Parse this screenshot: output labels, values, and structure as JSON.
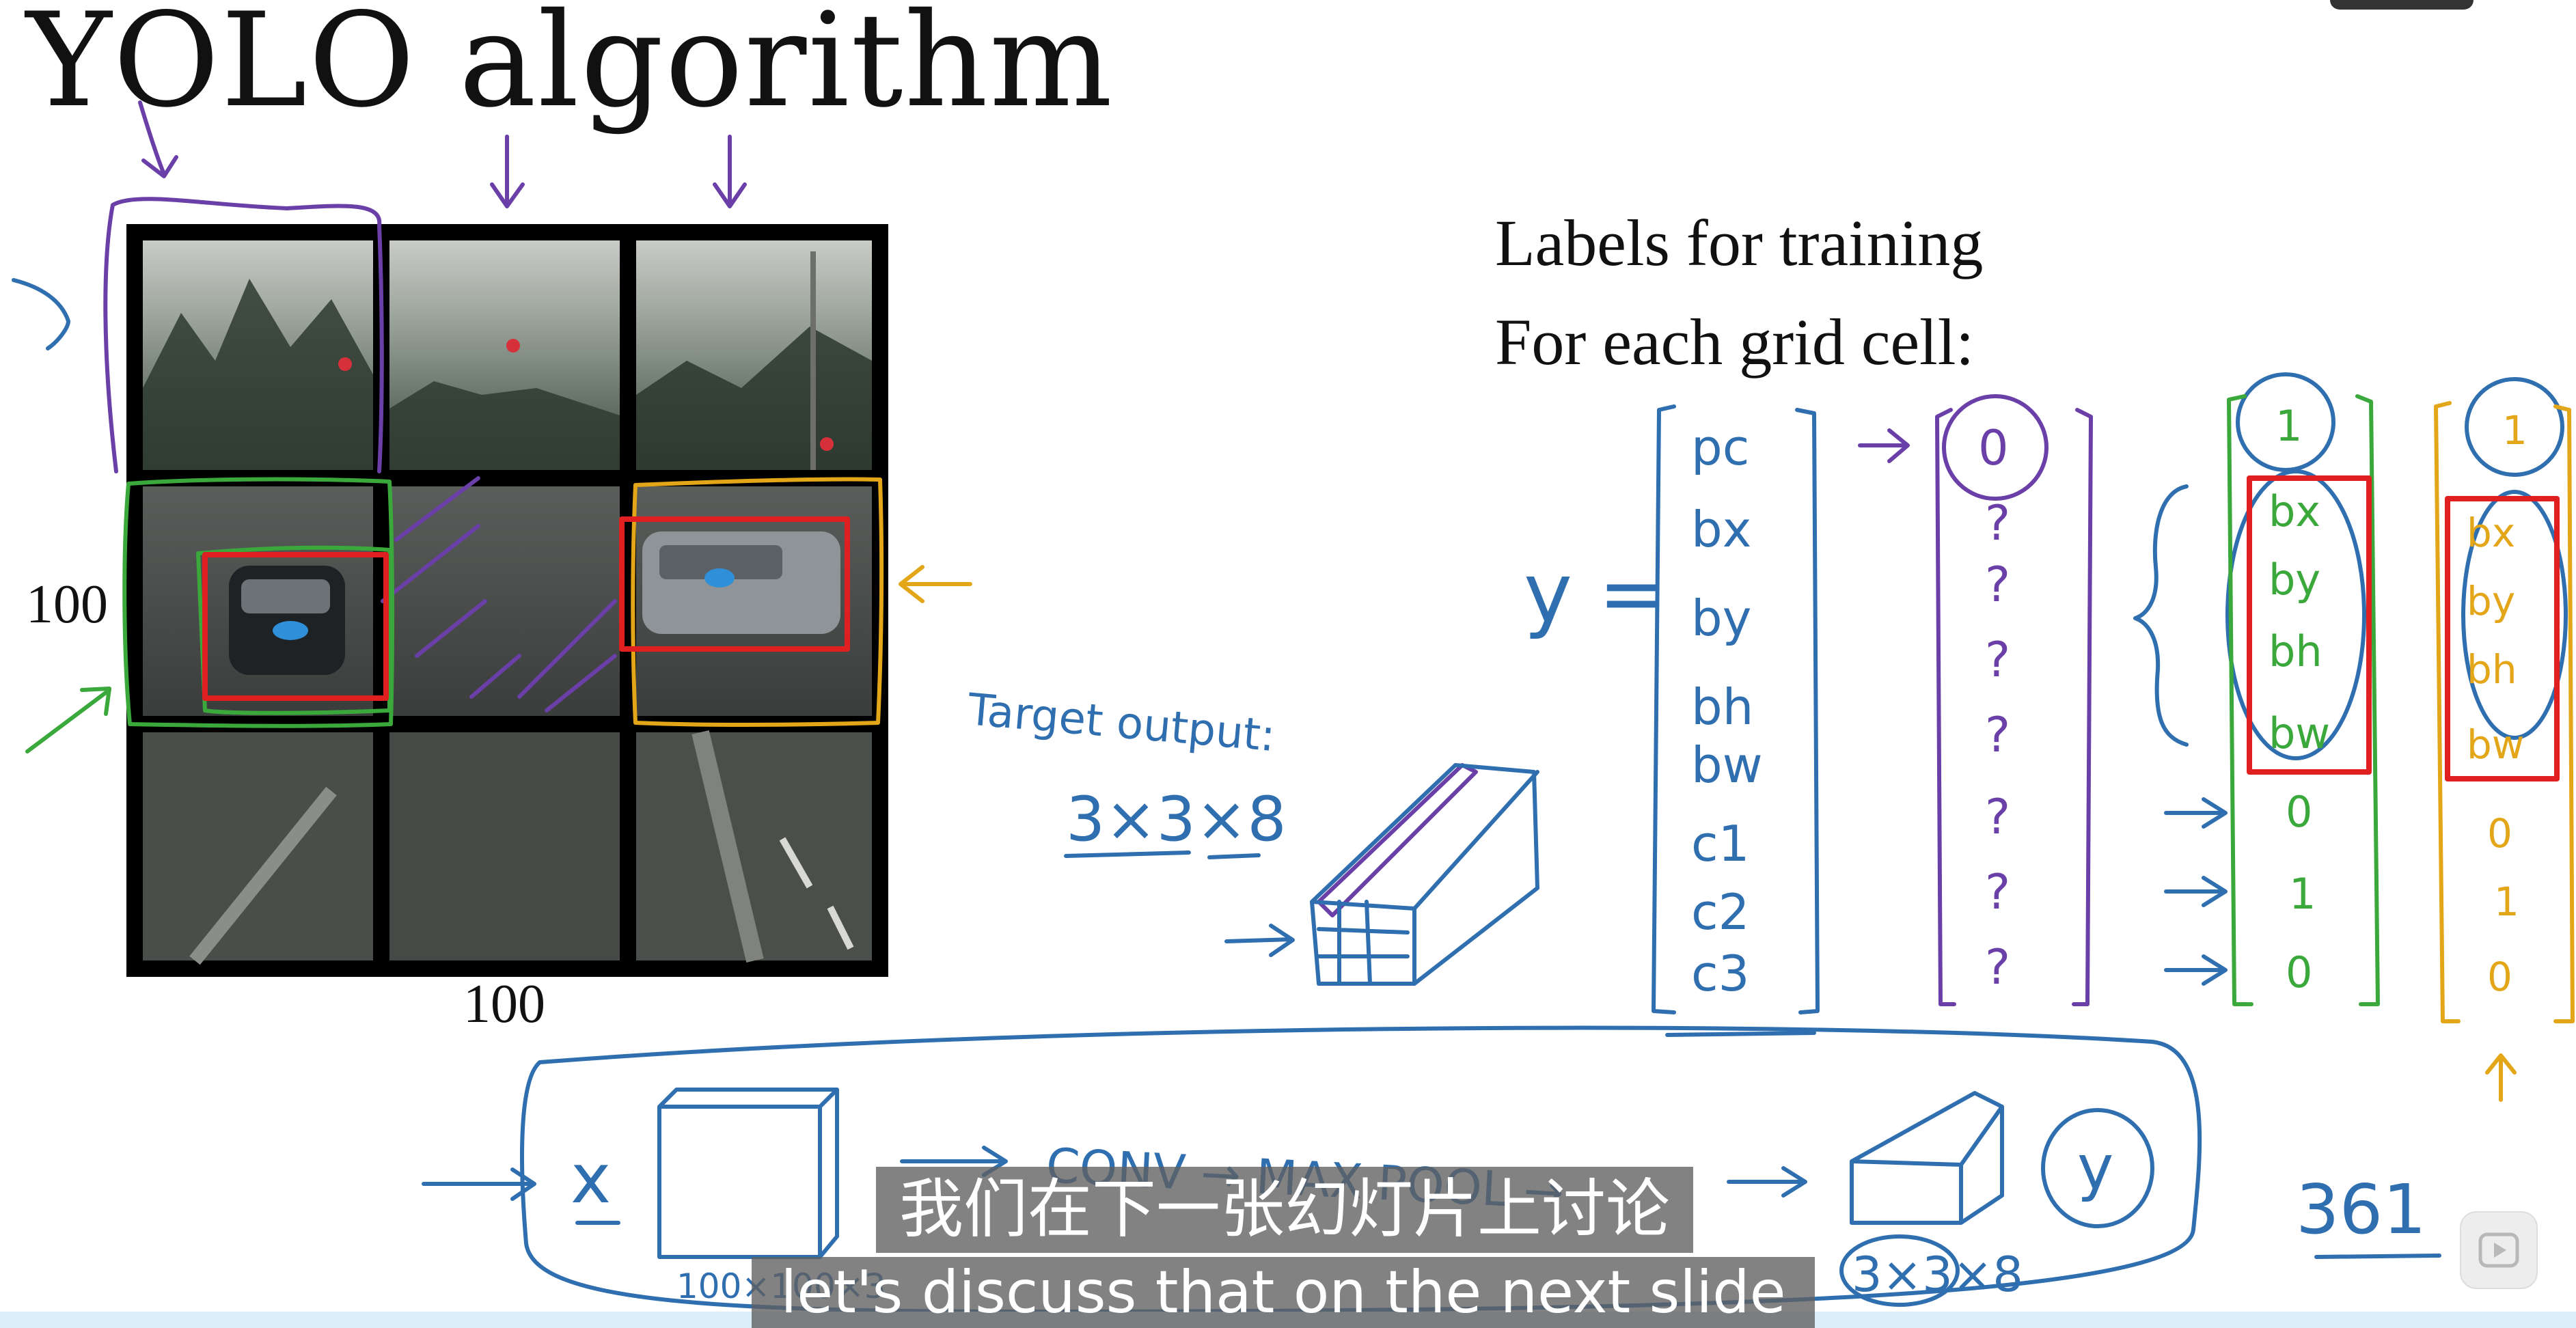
{
  "slide": {
    "title": "YOLO algorithm",
    "labels_heading": "Labels for training",
    "per_cell_heading": "For each grid cell:",
    "axis_left": "100",
    "axis_bottom": "100"
  },
  "annotations": {
    "y_eq": "y =",
    "target_output": "Target output:",
    "target_dims": "3×3×8",
    "y_vector": [
      "pc",
      "bx",
      "by",
      "bh",
      "bw",
      "c1",
      "c2",
      "c3"
    ],
    "purple_col": [
      "0",
      "?",
      "?",
      "?",
      "?",
      "?",
      "?",
      "?"
    ],
    "green_col": [
      "1",
      "bx",
      "by",
      "bh",
      "bw",
      "0",
      "1",
      "0"
    ],
    "yellow_col": [
      "1",
      "bx",
      "by",
      "bh",
      "bw",
      "0",
      "1",
      "0"
    ],
    "pipeline_x": "x",
    "pipeline_conv": "CONV → MAX POOL →",
    "pipeline_y": "y",
    "pipeline_input_dims": "100×100×3",
    "pipeline_output_dims": "3×3×8",
    "count": "361"
  },
  "subtitles": {
    "chinese": "我们在下一张幻灯片上讨论",
    "english": "let's discuss that on the next slide"
  },
  "colors": {
    "ink_blue": "#2f6fb0",
    "ink_purple": "#6a3fa8",
    "ink_green": "#3aa83a",
    "ink_yellow": "#e3a619",
    "box_red": "#e02020"
  },
  "icons": [
    "play-icon"
  ]
}
